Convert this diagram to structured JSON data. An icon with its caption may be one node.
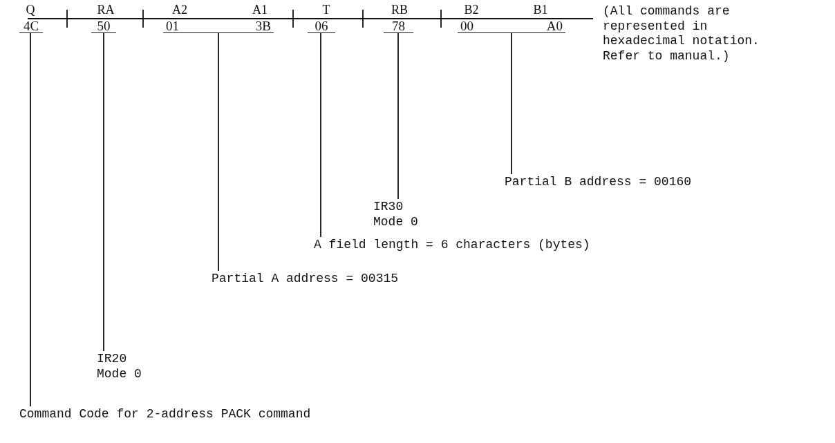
{
  "diagram": {
    "nodes": [
      {
        "text": [
          "4C"
        ]
      },
      {
        "text": [
          "50"
        ]
      },
      {
        "text": [
          "01",
          "3B"
        ]
      },
      {
        "text": [
          "06"
        ]
      },
      {
        "text": [
          "78"
        ]
      },
      {
        "text": [
          "00",
          "A0"
        ]
      },
      {
        "text": [
          "Partial B address = 00160"
        ]
      },
      {
        "text": [
          "IR30 Mode 0"
        ]
      },
      {
        "text": [
          "A field length = 6 characters (bytes)"
        ]
      },
      {
        "text": [
          "Partial A address = 00315"
        ]
      },
      {
        "text": [
          "IR20 Mode 0"
        ]
      },
      {
        "text": [
          "Command Code for 2-address PACK command"
        ]
      }
    ],
    "edges": [
      {
        "from": 6,
        "to": 5,
        "arrow": "none"
      },
      {
        "from": 7,
        "to": 4,
        "arrow": "none"
      },
      {
        "from": 8,
        "to": 3,
        "arrow": "none"
      },
      {
        "from": 9,
        "to": 2,
        "arrow": "none"
      },
      {
        "from": 10,
        "to": 1,
        "arrow": "none"
      },
      {
        "from": 11,
        "to": 0,
        "arrow": "none"
      }
    ],
    "labels": [
      "Q",
      "RA",
      "A2",
      "A1",
      "T",
      "RB",
      "B2",
      "B1",
      "(All commands are represented in hexadecimal notation. Refer to manual.)"
    ]
  }
}
